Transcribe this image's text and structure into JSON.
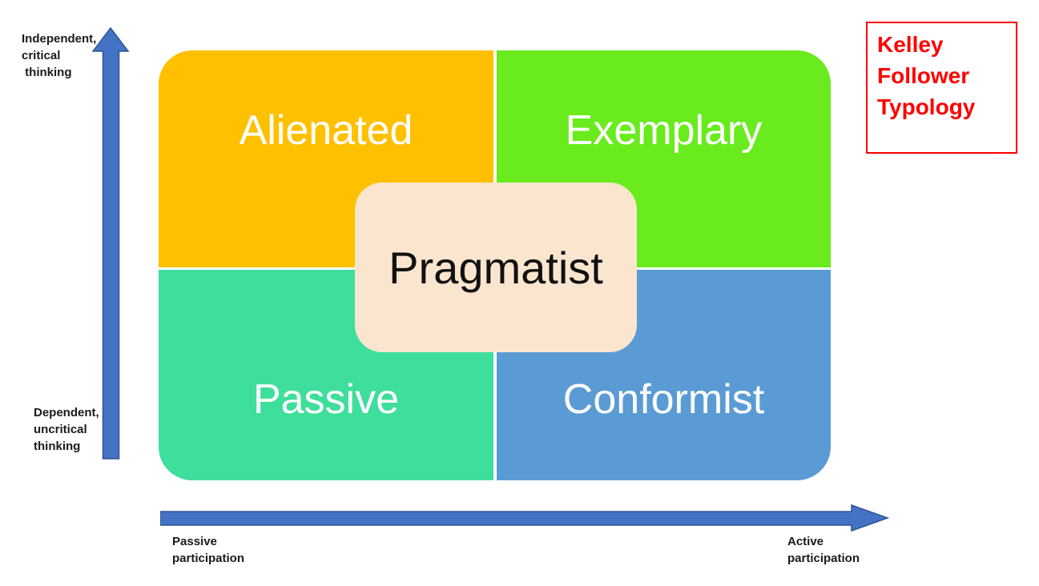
{
  "title_box": {
    "line1": "Kelley",
    "line2": "Follower",
    "line3": "Typology",
    "text_color": "#ff0000",
    "border_color": "#ff0000"
  },
  "quadrants": {
    "alienated": {
      "label": "Alienated",
      "color": "#FFC000"
    },
    "exemplary": {
      "label": "Exemplary",
      "color": "#69EB1E"
    },
    "passive": {
      "label": "Passive",
      "color": "#3EDE9C"
    },
    "conformist": {
      "label": "Conformist",
      "color": "#5B9BD5"
    }
  },
  "center_box": {
    "label": "Pragmatist",
    "color": "#FAE5CE"
  },
  "y_axis": {
    "top_label_line1": "Independent,",
    "top_label_line2": "critical",
    "top_label_line3": " thinking",
    "bottom_label_line1": "Dependent,",
    "bottom_label_line2": "uncritical",
    "bottom_label_line3": "thinking",
    "arrow_fill": "#4472C4",
    "arrow_stroke": "#2E5596"
  },
  "x_axis": {
    "left_label_line1": "Passive",
    "left_label_line2": "participation",
    "right_label_line1": "Active",
    "right_label_line2": "participation",
    "arrow_fill": "#4472C4",
    "arrow_stroke": "#2E5596"
  }
}
